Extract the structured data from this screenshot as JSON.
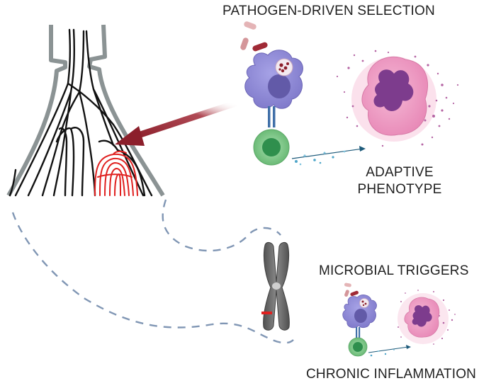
{
  "labels": {
    "pathogen_selection": "PATHOGEN-DRIVEN SELECTION",
    "adaptive": "ADAPTIVE",
    "phenotype": "PHENOTYPE",
    "microbial_triggers": "MICROBIAL TRIGGERS",
    "chronic_inflammation": "CHRONIC INFLAMMATION"
  },
  "colors": {
    "tree_gray": "#8b9394",
    "tree_lines": "#111111",
    "selected_lineage": "#e0201f",
    "arrow": "#9a2b35",
    "dash": "#8096b4",
    "macrophage": "#8d87d3",
    "t_cell": "#6fbf7a",
    "neutrophil": "#ef9cc4",
    "chromosome": "#6c6c6c"
  }
}
